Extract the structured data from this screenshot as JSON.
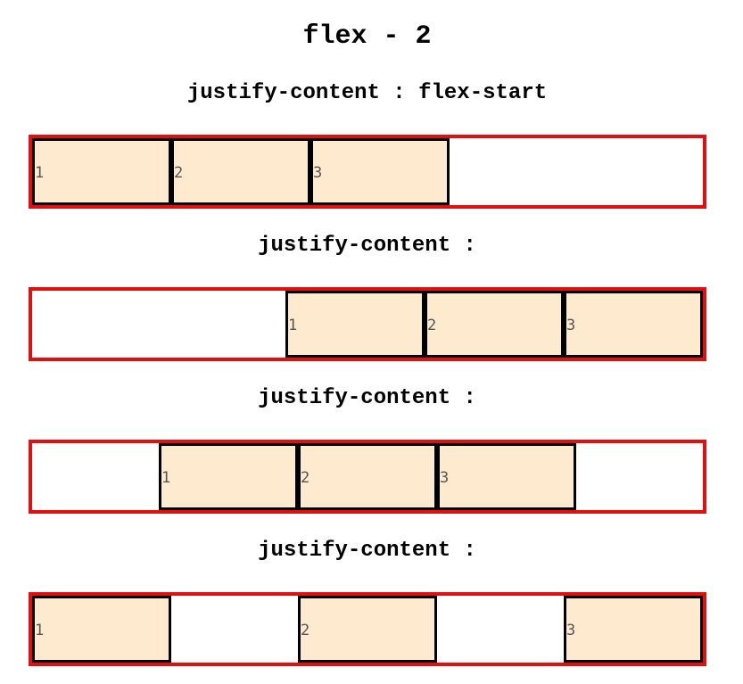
{
  "title": "flex - 2",
  "sections": [
    {
      "heading": "justify-content : flex-start",
      "items": [
        "1",
        "2",
        "3"
      ]
    },
    {
      "heading": "justify-content :",
      "items": [
        "1",
        "2",
        "3"
      ]
    },
    {
      "heading": "justify-content :",
      "items": [
        "1",
        "2",
        "3"
      ]
    },
    {
      "heading": "justify-content :",
      "items": [
        "1",
        "2",
        "3"
      ]
    }
  ],
  "colors": {
    "container_border": "#e10f0f",
    "item_background": "#feebcf",
    "item_border": "#000000",
    "item_text": "#555555"
  }
}
